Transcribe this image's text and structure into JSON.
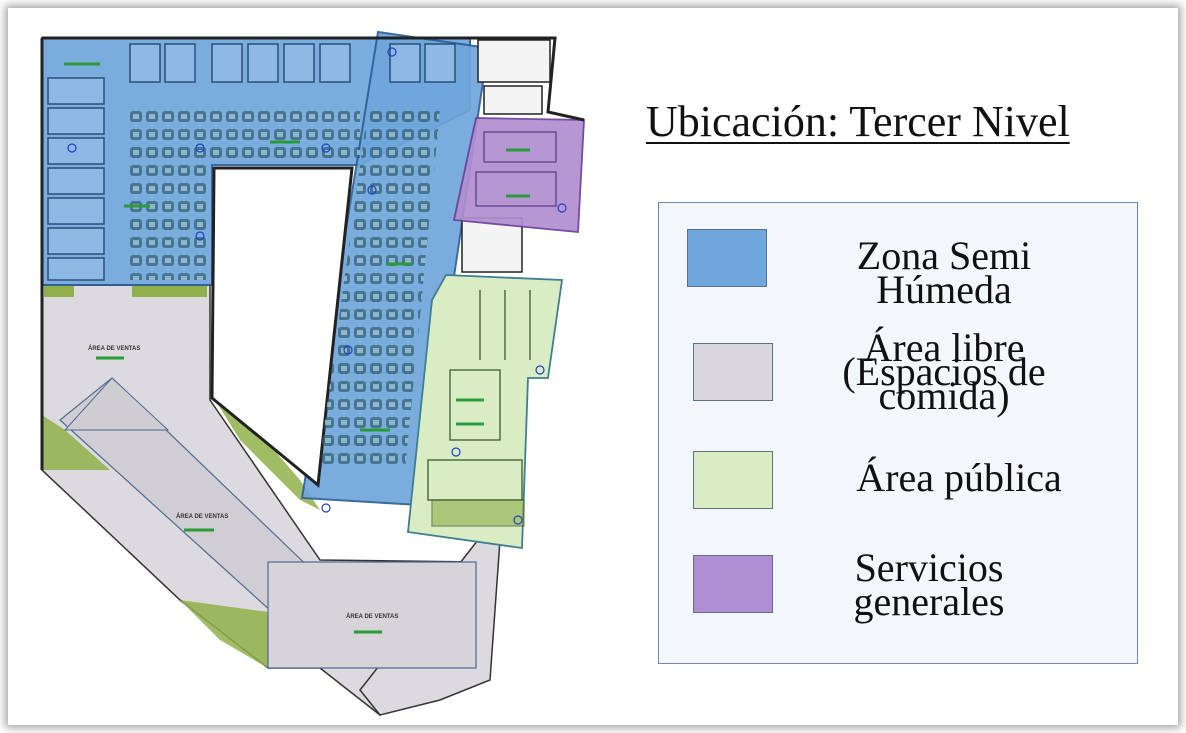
{
  "title": "Ubicación: Tercer Nivel",
  "legend": {
    "items": [
      {
        "key": "zona",
        "lines": [
          "Zona Semi",
          "Húmeda"
        ],
        "color": "#6fa6dc"
      },
      {
        "key": "libre",
        "lines": [
          "Área libre",
          "(Espacios de",
          "comida)"
        ],
        "color": "#d9d7dc"
      },
      {
        "key": "publica",
        "lines": [
          "Área pública"
        ],
        "color": "#d9ecc4"
      },
      {
        "key": "servicios",
        "lines": [
          "Servicios",
          "generales"
        ],
        "color": "#b08fd0"
      }
    ]
  },
  "plan": {
    "room_labels": [
      "ÁREA DE VENTAS",
      "ÁREA DE VENTAS",
      "ÁREA DE VENTAS"
    ]
  },
  "colors": {
    "zona_semi_humeda": "#6fa6dc",
    "area_libre": "#d9d7dc",
    "area_publica": "#d9ecc4",
    "servicios_generales": "#b08fd0",
    "green_area": "#8fb04a"
  }
}
